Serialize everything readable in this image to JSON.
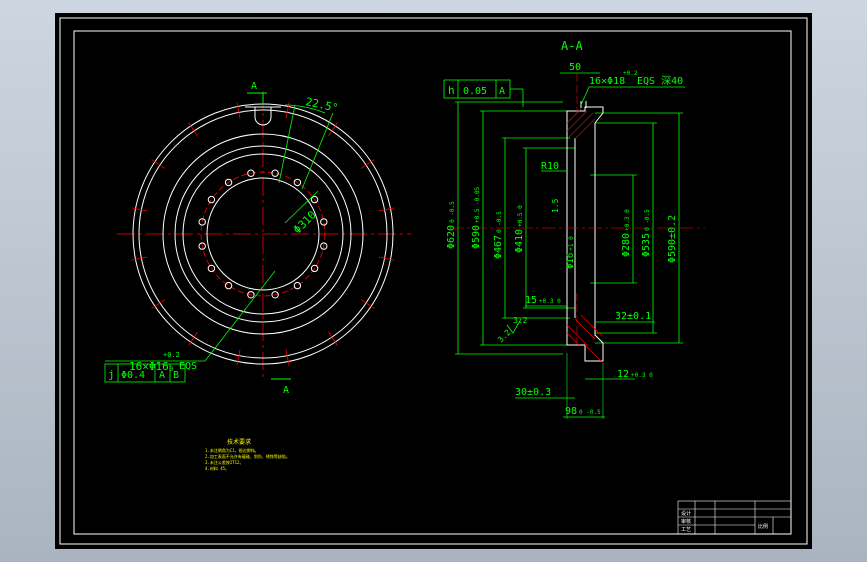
{
  "colors": {
    "background": "#000000",
    "outline": "#ffffff",
    "dimension": "#00ff00",
    "centerline": "#ff0000",
    "hatch": "#ff0000",
    "text_yellow": "#ffff00"
  },
  "front_view": {
    "label_a_top": "A",
    "label_a_bottom": "A",
    "angle": "22.5°",
    "bolt_circle": "Φ310",
    "hole_spec": "16×Φ16",
    "hole_tol_top": "+0.2",
    "hole_tol_bottom": "0",
    "hole_suffix": "EQS",
    "position_symbol": "j",
    "position_value": "Φ0.4",
    "datum_1": "A",
    "datum_2": "B"
  },
  "section_view": {
    "title": "A-A",
    "flatness_symbol": "h",
    "flatness_value": "0.05",
    "flatness_datum": "A",
    "dim_top": "50",
    "hole_note_main": "16×Φ18",
    "hole_note_tol": "+0.2",
    "hole_note_tail": "EQS 深40",
    "radius": "R10",
    "chamfer": "1.5",
    "d_620": "Φ620",
    "d_620_tol": "0 -0.5",
    "d_590": "Φ590",
    "d_590_tol": "+0.5 -0.05",
    "d_467": "Φ467",
    "d_467_tol": "0 -0.5",
    "d_410": "Φ410",
    "d_410_tol": "+0.5 0",
    "d_280": "Φ280",
    "d_280_tol": "+0.3 0",
    "d_535": "Φ535",
    "d_535_tol": "0 -0.5",
    "d_590b": "Φ590±0.2",
    "d_16": "Φ16",
    "d_16_tol": "+1 0",
    "dim_15": "15",
    "dim_15_tol": "+0.3 0",
    "dim_32": "32±0.1",
    "dim_12": "12",
    "dim_12_tol": "+0.3 0",
    "dim_30": "30±0.3",
    "dim_98": "98",
    "dim_98_tol": "0 -0.5",
    "roughness_1": "3.2",
    "roughness_2": "3.2"
  },
  "notes": {
    "heading": "技术要求",
    "line_1": "1.未注倒角为C1，锐边倒钝。",
    "line_2": "2.加工表面不允许有磕碰、划伤、锈蚀等缺陷。",
    "line_3": "3.未注公差按IT12。",
    "line_4": "4.材料 45。"
  },
  "title_block": {
    "cell_1": "设计",
    "cell_2": "审核",
    "cell_3": "工艺",
    "cell_4": "比例"
  }
}
